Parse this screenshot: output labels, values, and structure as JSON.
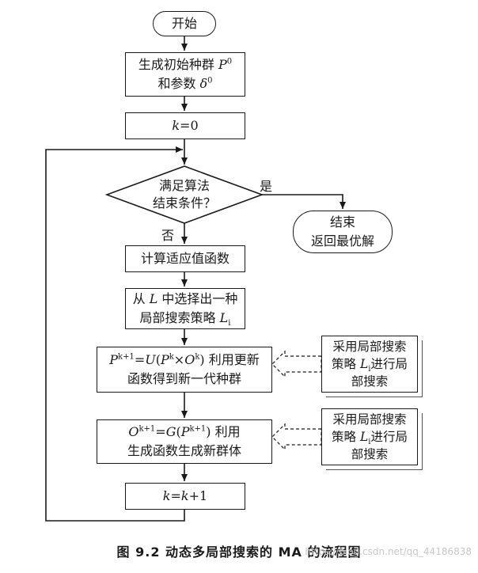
{
  "start": "开始",
  "init": {
    "line1_prefix": "生成初始种群 ",
    "p": "P",
    "p_sup": "0",
    "line2_prefix": "和参数 ",
    "delta": "δ",
    "delta_sup": "0"
  },
  "k0": {
    "k": "k",
    "rest": "=0"
  },
  "decision": {
    "line1": "满足算法",
    "line2": "结束条件？",
    "yes": "是",
    "no": "否"
  },
  "end": {
    "line1": "结束",
    "line2": "返回最优解"
  },
  "fitness": "计算适应值函数",
  "select": {
    "line1_a": "从 ",
    "L": "L",
    "line1_b": " 中选择出一种",
    "line2_a": "局部搜索策略 ",
    "Li": "L",
    "Li_sub": "i"
  },
  "update": {
    "P": "P",
    "k1": "k+1",
    "eq": "=",
    "U": "U",
    "open": "(",
    "P2": "P",
    "k": "k",
    "times": "×",
    "O": "O",
    "k2": "k",
    "close": ")",
    "after": " 利用更新",
    "line2": "函数得到新一代种群"
  },
  "generate": {
    "O": "O",
    "k1": "k+1",
    "eq": "=",
    "G": "G",
    "open": "(",
    "P": "P",
    "k2": "k+1",
    "close": ")",
    "after": " 利用",
    "line2": "生成函数生成新群体"
  },
  "note1": {
    "line1": "采用局部搜索",
    "line2_a": "策略 ",
    "L": "L",
    "sub": "i",
    "line2_b": "进行局",
    "line3": "部搜索"
  },
  "note2": {
    "line1": "采用局部搜索",
    "line2_a": "策略 ",
    "L": "L",
    "sub": "i",
    "line2_b": "进行局",
    "line3": "部搜索"
  },
  "incr": {
    "k": "k",
    "eq": "=",
    "k2": "k",
    "rest": "+1"
  },
  "caption": "图 9.2   动态多局部搜索的 MA 的流程图",
  "watermark": "https://blog.csdn.net/qq_44186838"
}
